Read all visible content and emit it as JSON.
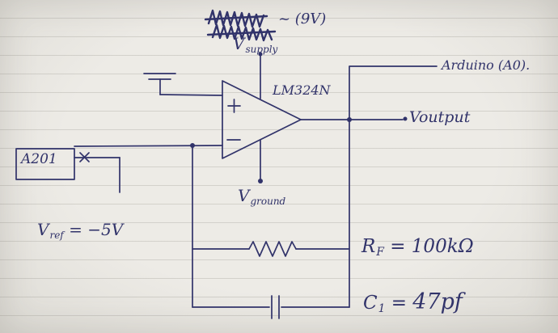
{
  "colors": {
    "ink": "#31336a",
    "paper": "#e9e7e2"
  },
  "diagram": {
    "annotation_9v": "~ (9V)",
    "vsupply": {
      "v": "V",
      "sub": "supply"
    },
    "opamp": {
      "part": "LM324N",
      "plus": "+",
      "minus": "−"
    },
    "sensor": {
      "label": "A201"
    },
    "vref": {
      "v": "V",
      "sub": "ref",
      "value": " =  −5V"
    },
    "vground": {
      "v": "V",
      "sub": "ground"
    },
    "output": {
      "label": "Voutput"
    },
    "arduino": {
      "label": "Arduino (A0)."
    },
    "rf": {
      "name": "R",
      "sub": "F",
      "eq": " =  100kΩ"
    },
    "c1": {
      "name": "C",
      "sub": "1",
      "eq": " =  ",
      "value": "47pf"
    }
  }
}
